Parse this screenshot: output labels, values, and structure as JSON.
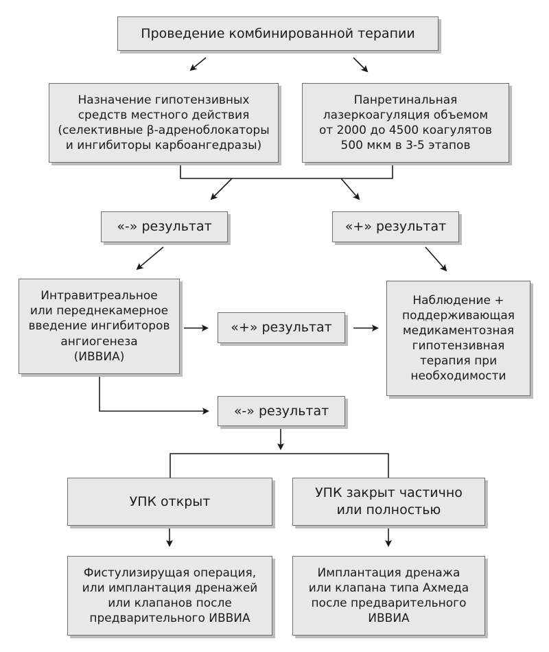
{
  "nodes": {
    "combined_therapy": "Проведение комбинированной терапии",
    "hypotensive_drugs": "Назначение гипотензивных\nсредств местного действия\n(селективные β-адреноблокаторы\nи ингибиторы карбоангедразы)",
    "panretinal_laser": "Панретинальная\nлазеркоагуляция объемом\nот 2000 до 4500 коагулятов\n500 мкм в 3-5 этапов",
    "negative_result_1": "«-» результат",
    "positive_result_1": "«+» результат",
    "ivvia": "Интравитреальное\nили переднекамерное\nвведение ингибиторов\nангиогенеза\n(ИВВИА)",
    "positive_result_2": "«+» результат",
    "observation": "Наблюдение +\nподдерживающая\nмедикаментозная\nгипотензивная\nтерапия при\nнеобходимости",
    "negative_result_2": "«-» результат",
    "upk_open": "УПК открыт",
    "upk_closed": "УПК закрыт частично\nили полностью",
    "fistulizing": "Фистулизирущая операция,\nили имплантация дренажей\nили клапанов после\nпредварительного ИВВИА",
    "ahmed_implant": "Имплантация дренажа\nили клапана типа Ахмеда\nпосле предварительного\nИВВИА"
  },
  "colors": {
    "box_fill": "#e8e8e8",
    "box_border": "#6e6e6e",
    "box_shadow": "#bdbdbd",
    "line": "#1a1a1a"
  }
}
